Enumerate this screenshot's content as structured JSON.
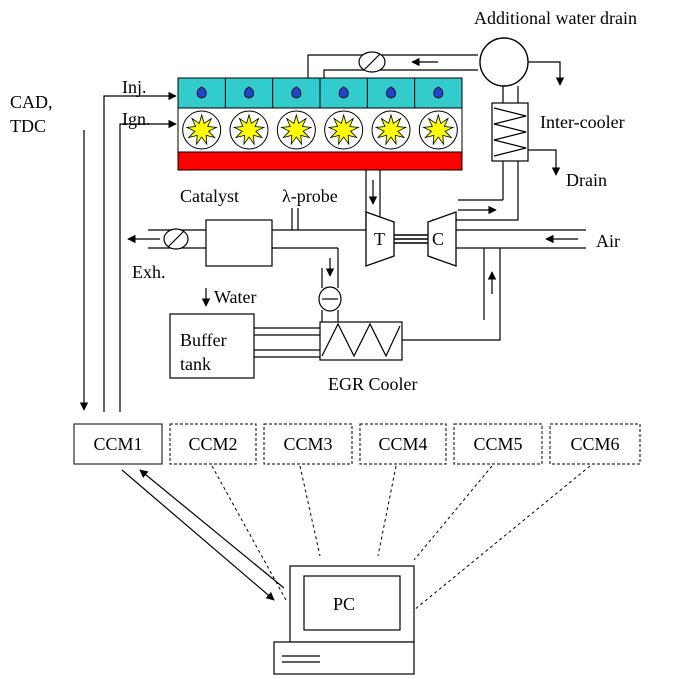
{
  "labels": {
    "additional_water_drain": "Additional water drain",
    "cad_tdc_line1": "CAD,",
    "cad_tdc_line2": "TDC",
    "inj": "Inj.",
    "ign": "Ign.",
    "inter_cooler": "Inter-cooler",
    "drain": "Drain",
    "catalyst": "Catalyst",
    "lambda_probe": "λ-probe",
    "turbine": "T",
    "compressor": "C",
    "air": "Air",
    "exhaust": "Exh.",
    "water": "Water",
    "buffer_tank_line1": "Buffer",
    "buffer_tank_line2": "tank",
    "egr_cooler": "EGR Cooler",
    "pc": "PC"
  },
  "ccm_modules": [
    "CCM1",
    "CCM2",
    "CCM3",
    "CCM4",
    "CCM5",
    "CCM6"
  ],
  "colors": {
    "injector_rail": "#33cccc",
    "engine_block": "#ff0000",
    "spark": "#ffff00",
    "injector_drop": "#2244cc",
    "line": "#000000"
  }
}
